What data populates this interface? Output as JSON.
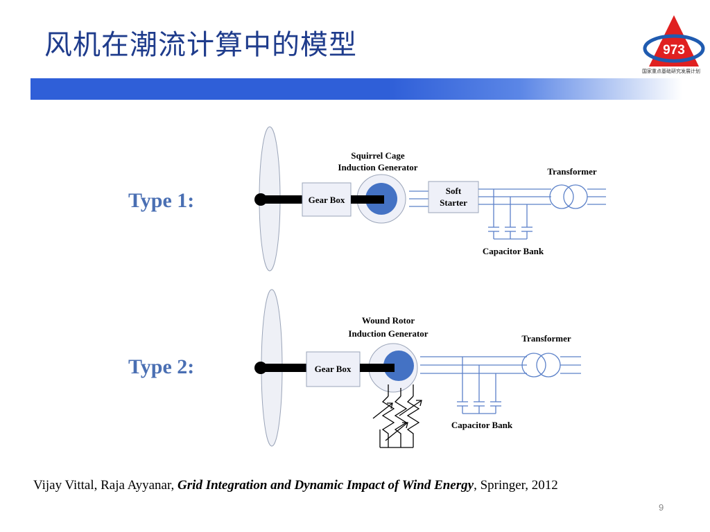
{
  "slide": {
    "title": "风机在潮流计算中的模型",
    "page_number": "9"
  },
  "logo": {
    "number": "973",
    "subtitle": "国家重点基础研究发展计划",
    "colors": {
      "red": "#e02020",
      "blue": "#1f5bb0"
    }
  },
  "colors": {
    "banner": "#2f5fd8",
    "title": "#1f3c8c",
    "label": "#4a6fb3",
    "line": "#5a80c8",
    "rotor": "#4472c4"
  },
  "type1": {
    "label": "Type 1:",
    "generator_label_line1": "Squirrel Cage",
    "generator_label_line2": "Induction Generator",
    "gearbox": "Gear Box",
    "soft_starter_line1": "Soft",
    "soft_starter_line2": "Starter",
    "transformer": "Transformer",
    "capacitor_bank": "Capacitor Bank"
  },
  "type2": {
    "label": "Type 2:",
    "generator_label_line1": "Wound Rotor",
    "generator_label_line2": "Induction Generator",
    "gearbox": "Gear Box",
    "transformer": "Transformer",
    "capacitor_bank": "Capacitor Bank"
  },
  "citation": {
    "authors": "Vijay Vittal, Raja Ayyanar, ",
    "book": "Grid Integration and Dynamic Impact of Wind Energy",
    "publisher": ", Springer, 2012"
  }
}
